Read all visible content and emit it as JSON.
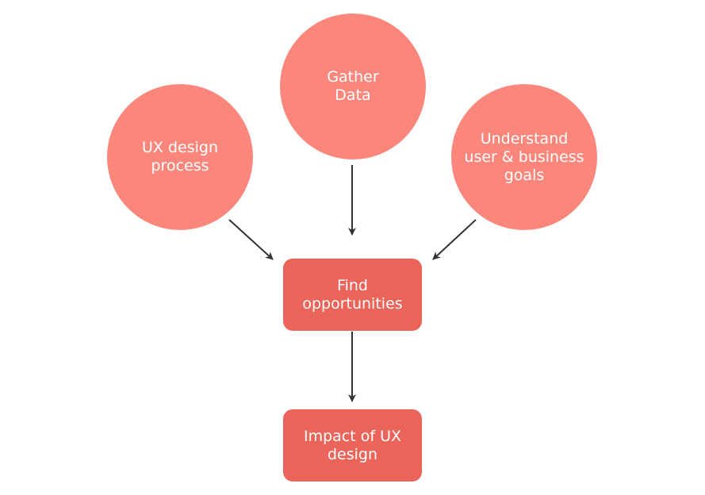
{
  "diagram": {
    "nodes": {
      "gather_data": "Gather\nData",
      "ux_design_process": "UX design\nprocess",
      "understand_goals": "Understand\nuser & business\ngoals",
      "find_opportunities": "Find\nopportunities",
      "impact_of_ux": "Impact of UX\ndesign"
    },
    "edges": [
      {
        "from": "ux_design_process",
        "to": "find_opportunities"
      },
      {
        "from": "gather_data",
        "to": "find_opportunities"
      },
      {
        "from": "understand_goals",
        "to": "find_opportunities"
      },
      {
        "from": "find_opportunities",
        "to": "impact_of_ux"
      }
    ],
    "colors": {
      "circle_fill": "#fb867b",
      "rect_fill": "#eb645a",
      "text": "#ffffff",
      "arrow": "#333333"
    }
  }
}
